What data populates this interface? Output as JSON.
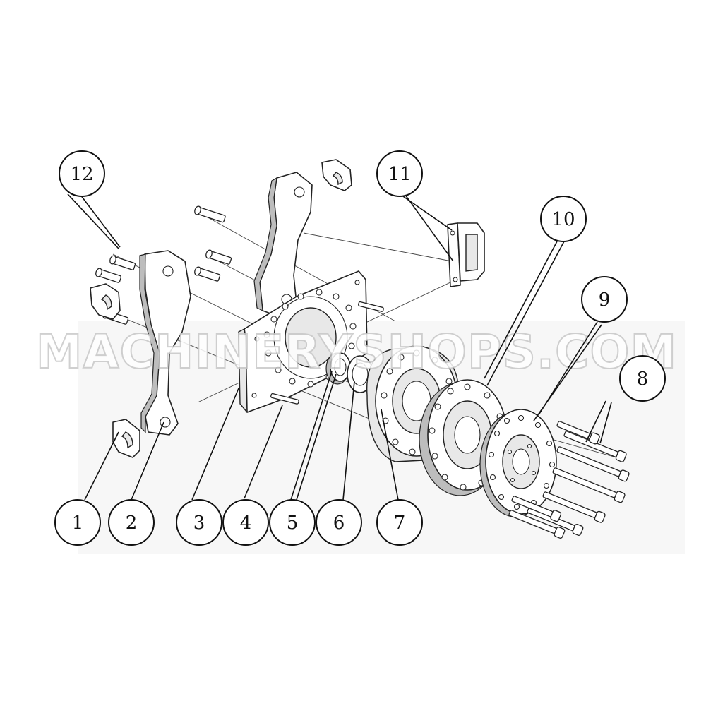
{
  "watermark": "MACHINERYSHOPS.COM",
  "callouts": [
    "1",
    "2",
    "3",
    "4",
    "5",
    "6",
    "7",
    "8",
    "9",
    "10",
    "11",
    "12"
  ],
  "colors": {
    "line": "#222222",
    "background": "#ffffff",
    "watermark_outline": "#c8c8c8"
  }
}
